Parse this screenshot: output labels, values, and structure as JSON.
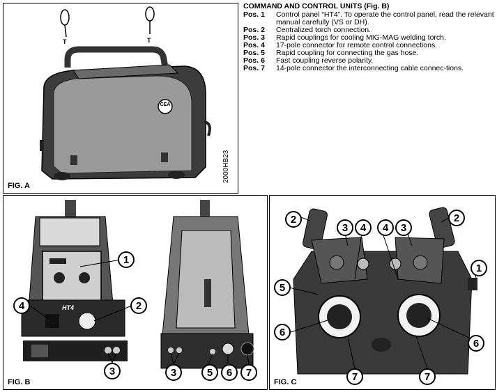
{
  "section": {
    "heading": "COMMAND AND CONTROL UNITS (Fig. B)",
    "items": [
      {
        "pos": "Pos. 1",
        "text": "Control panel “HT4”. To operate the control panel, read the relevant manual carefully (VS or DH)."
      },
      {
        "pos": "Pos. 2",
        "text": "Centralized torch connection."
      },
      {
        "pos": "Pos. 3",
        "text": "Rapid couplings for cooling MIG-MAG welding torch."
      },
      {
        "pos": "Pos. 4",
        "text": "17-pole connector for remote control connections."
      },
      {
        "pos": "Pos. 5",
        "text": "Rapid coupling for connecting the gas hose."
      },
      {
        "pos": "Pos. 6",
        "text": "Fast coupling reverse polarity."
      },
      {
        "pos": "Pos. 7",
        "text": "14-pole connector the interconnecting cable connec-tions."
      }
    ]
  },
  "figures": {
    "a": {
      "label": "FIG. A",
      "code": "2000HB23",
      "logo": "CEA"
    },
    "b": {
      "label": "FIG. B",
      "panel_label": "HT4",
      "callouts": [
        "1",
        "2",
        "3",
        "4",
        "3",
        "5",
        "6",
        "7"
      ]
    },
    "c": {
      "label": "FIG. C",
      "callouts": [
        "2",
        "3",
        "4",
        "4",
        "3",
        "2",
        "1",
        "5",
        "6",
        "6",
        "7",
        "7"
      ]
    }
  }
}
